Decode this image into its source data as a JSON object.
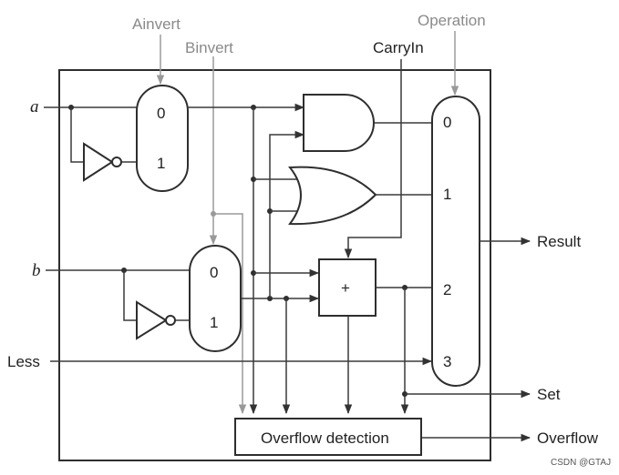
{
  "control_labels": {
    "ainvert": "Ainvert",
    "binvert": "Binvert",
    "carryin": "CarryIn",
    "operation": "Operation"
  },
  "inputs": {
    "a": "a",
    "b": "b",
    "less": "Less"
  },
  "outputs": {
    "result": "Result",
    "set": "Set",
    "overflow": "Overflow"
  },
  "mux_a": {
    "in0": "0",
    "in1": "1"
  },
  "mux_b": {
    "in0": "0",
    "in1": "1"
  },
  "mux_result": {
    "in0": "0",
    "in1": "1",
    "in2": "2",
    "in3": "3"
  },
  "adder": {
    "symbol": "+"
  },
  "overflow_detection": {
    "label": "Overflow detection"
  },
  "watermark": "CSDN @GTAJ"
}
